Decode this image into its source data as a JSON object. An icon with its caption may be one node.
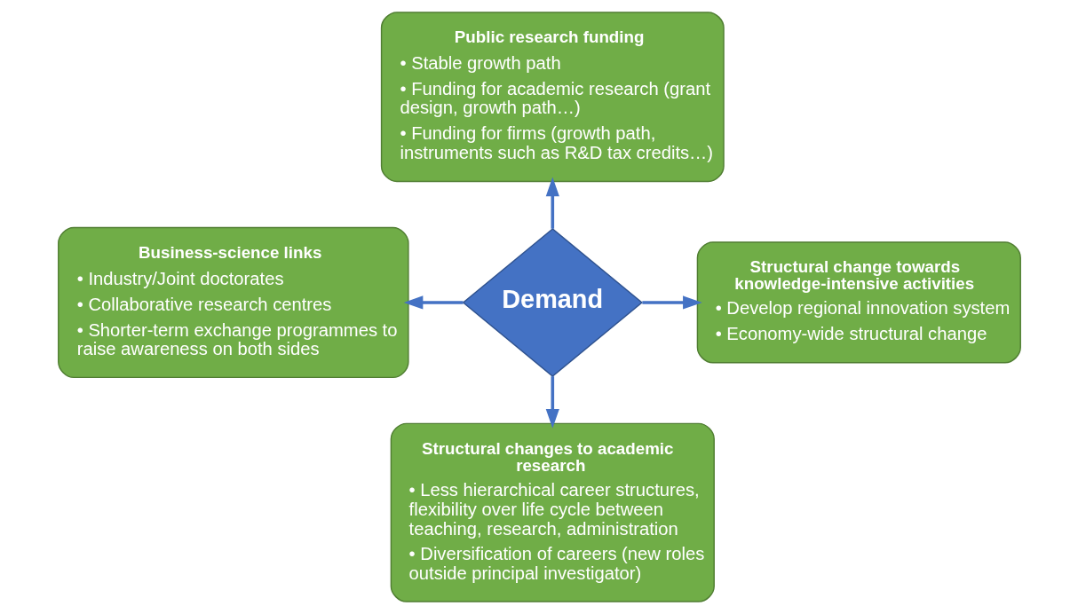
{
  "diagram": {
    "nodes": [
      {
        "text": [
          "Public research funding",
          "• Stable growth path",
          "• Funding for academic research (grant design, growth path…)",
          "• Funding for firms (growth path, instruments such as R&D tax credits…)"
        ]
      },
      {
        "text": [
          "Business-science links",
          "• Industry/Joint doctorates",
          "• Collaborative research centres",
          "• Shorter-term exchange programmes to raise awareness on both sides"
        ]
      },
      {
        "text": [
          "Demand"
        ]
      },
      {
        "text": [
          "Structural change towards knowledge-intensive activities",
          "• Develop regional innovation system",
          "• Economy-wide structural change"
        ]
      },
      {
        "text": [
          "Structural changes to academic research",
          "• Less hierarchical career structures, flexibility over life cycle between teaching, research, administration",
          "• Diversification of careers (new roles outside principal investigator)"
        ]
      }
    ],
    "edges": [
      {
        "from": 2,
        "to": 0,
        "arrow": "to"
      },
      {
        "from": 2,
        "to": 1,
        "arrow": "to"
      },
      {
        "from": 2,
        "to": 3,
        "arrow": "to"
      },
      {
        "from": 2,
        "to": 4,
        "arrow": "to"
      }
    ]
  }
}
